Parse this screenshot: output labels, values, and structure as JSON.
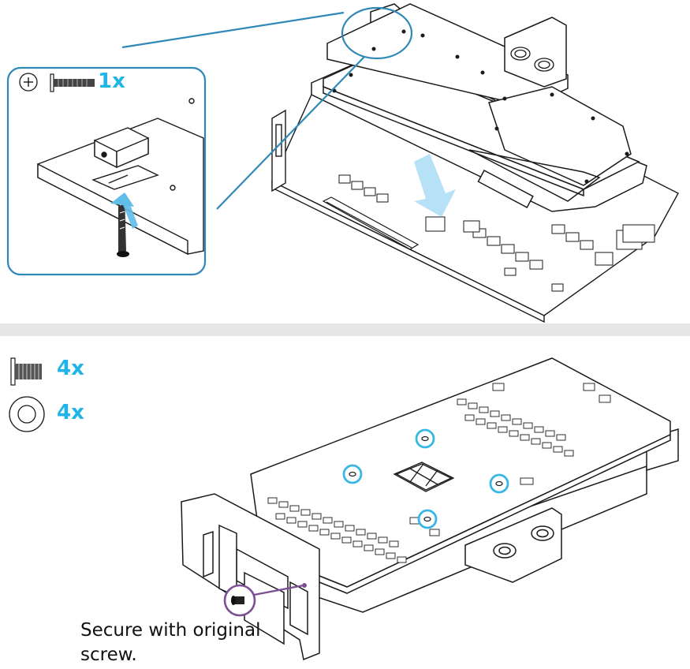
{
  "step1": {
    "screw_icon": "phillips-screw-icon",
    "quantity_label": "1x"
  },
  "step2": {
    "screw_icon": "thumb-screw-icon",
    "screw_quantity_label": "4x",
    "washer_icon": "washer-icon",
    "washer_quantity_label": "4x",
    "caption": "Secure with original screw."
  },
  "colors": {
    "callout_blue": "#2f88b8",
    "quantity_blue": "#1fb5e6",
    "highlight_circle": "#39b7e4",
    "bracket_highlight": "#7b4f93",
    "arrow_blue": "#5fbde8",
    "divider": "#e6e6e6"
  }
}
